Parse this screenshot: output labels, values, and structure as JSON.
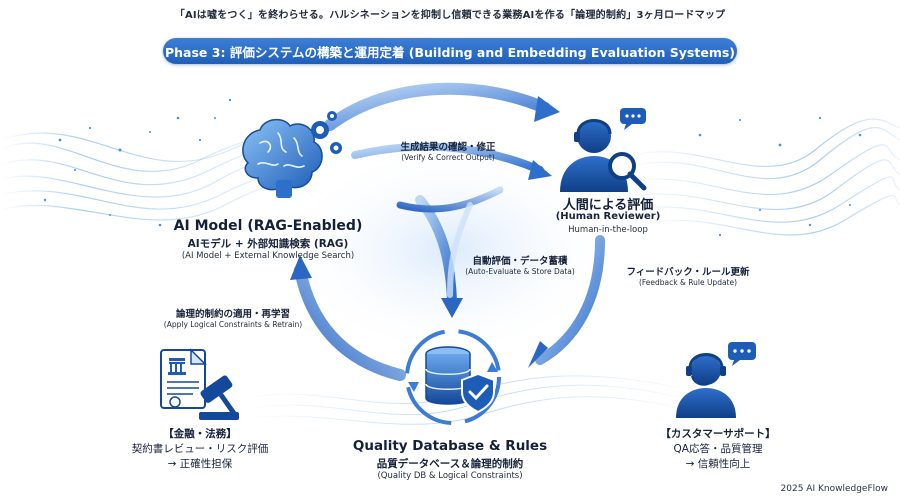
{
  "header": {
    "subtitle": "「AIは嘘をつく」を終わらせる。ハルシネーションを抑制し信頼できる業務AIを作る「論理的制約」3ヶ月ロードマップ",
    "phase_title": "Phase 3: 評価システムの構築と運用定着 (Building and Embedding Evaluation Systems)"
  },
  "nodes": {
    "ai_model": {
      "title": "AI Model (RAG-Enabled)",
      "line2": "AIモデル + 外部知識検索 (RAG)",
      "line3": "(AI Model + External Knowledge Search)"
    },
    "human": {
      "title": "人間による評価",
      "line2": "(Human Reviewer)",
      "line3": "Human-in-the-loop"
    },
    "database": {
      "title": "Quality Database & Rules",
      "line2": "品質データベース＆論理的制約",
      "line3": "(Quality DB & Logical Constraints)"
    }
  },
  "edges": {
    "verify": {
      "jp": "生成結果の確認・修正",
      "en": "(Verify & Correct Output)"
    },
    "auto": {
      "jp": "自動評価・データ蓄積",
      "en": "(Auto-Evaluate & Store Data)"
    },
    "feedback": {
      "jp": "フィードバック・ルール更新",
      "en": "(Feedback & Rule Update)"
    },
    "apply": {
      "jp": "論理的制約の適用・再学習",
      "en": "(Apply Logical Constraints & Retrain)"
    }
  },
  "use_cases": {
    "finance": {
      "line1": "【金融・法務】",
      "line2": "契約書レビュー・リスク評価",
      "line3": "→ 正確性担保"
    },
    "support": {
      "line1": "【カスタマーサポート】",
      "line2": "QA応答・品質管理",
      "line3": "→ 信頼性向上"
    }
  },
  "footer": {
    "text": "2025 AI KnowledgeFlow"
  },
  "colors": {
    "primary": "#1f5fb8",
    "accent": "#3d7fd6",
    "light": "#9cc4f0",
    "text": "#16233b"
  },
  "icons": [
    "brain-gears-icon",
    "headset-reviewer-icon",
    "database-shield-icon",
    "contract-gavel-icon",
    "support-agent-icon",
    "speech-bubble-icon"
  ]
}
